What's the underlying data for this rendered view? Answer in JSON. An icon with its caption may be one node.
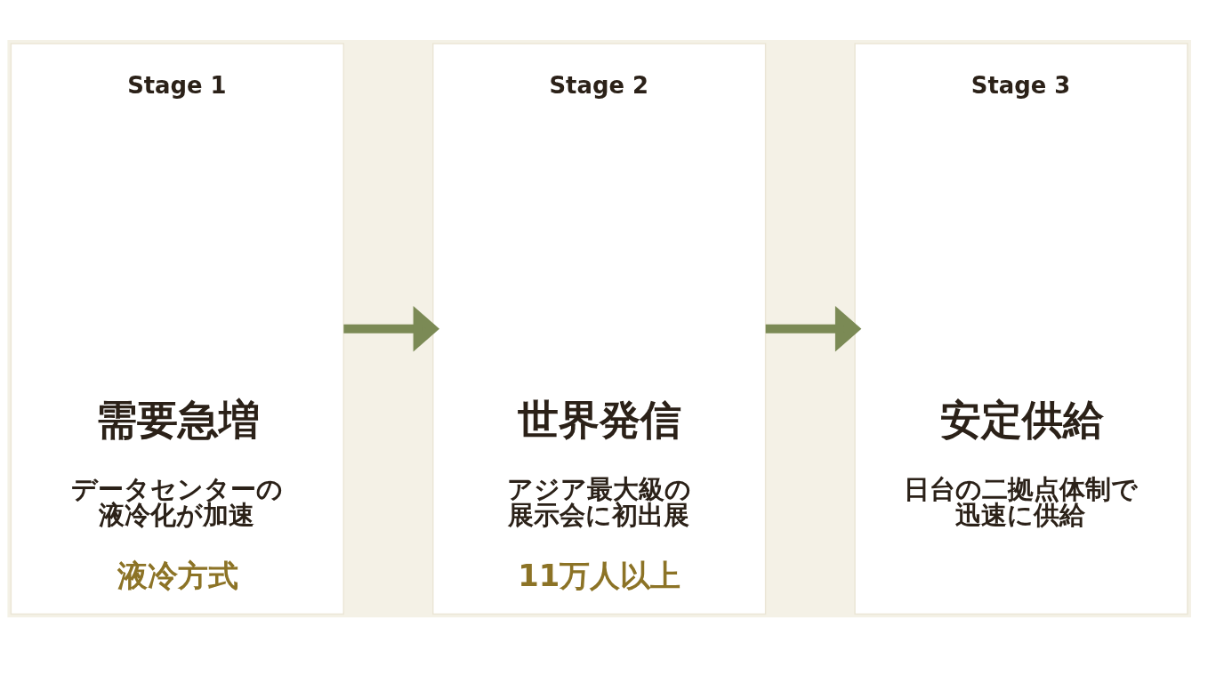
{
  "diagram": {
    "nodes": [
      {
        "text": [
          "Stage 1",
          "需要急増",
          "データセンターの液冷化が加速",
          "液冷方式"
        ]
      },
      {
        "text": [
          "Stage 2",
          "世界発信",
          "アジア最大級の展示会に初出展",
          "11万人以上"
        ]
      },
      {
        "text": [
          "Stage 3",
          "安定供給",
          "日台の二拠点体制で迅速に供給"
        ]
      }
    ],
    "edges": [
      {
        "from": 0,
        "to": 1,
        "arrow": "to"
      },
      {
        "from": 1,
        "to": 2,
        "arrow": "to"
      }
    ]
  }
}
